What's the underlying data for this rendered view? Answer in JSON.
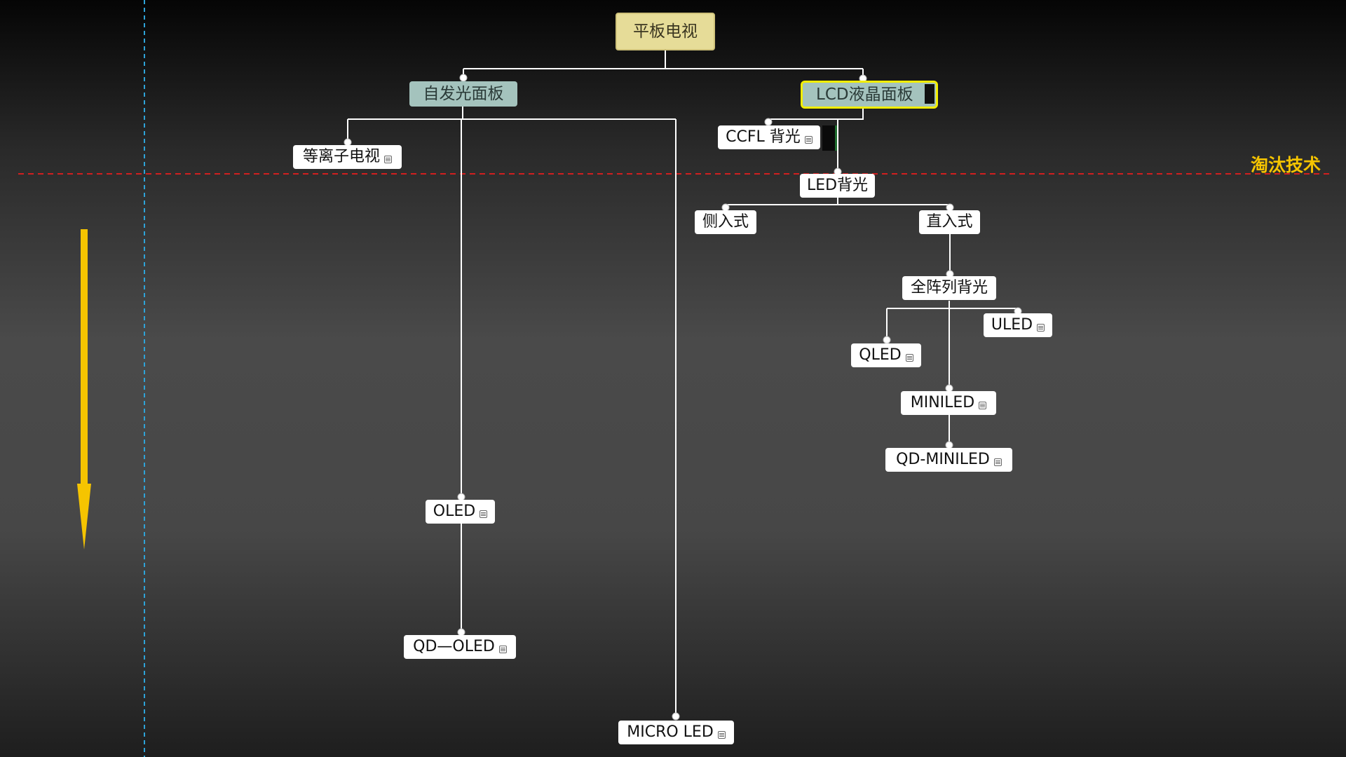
{
  "diagram": {
    "root": {
      "label": "平板电视"
    },
    "categories": [
      {
        "label": "自发光面板"
      },
      {
        "label": "LCD液晶面板"
      }
    ],
    "nodes": {
      "plasma": "等离子电视",
      "ccfl": "CCFL 背光",
      "led_backlight": "LED背光",
      "edge_lit": "侧入式",
      "direct_lit": "直入式",
      "full_array": "全阵列背光",
      "uled": "ULED",
      "qled": "QLED",
      "miniled": "MINILED",
      "qd_miniled": "QD-MINILED",
      "oled": "OLED",
      "qd_oled": "QD—OLED",
      "micro_led": "MICRO LED"
    },
    "annotation": {
      "obsolete_label": "淘汰技术"
    }
  },
  "colors": {
    "root_fill": "#e6dc98",
    "category_fill": "#a4c3bd",
    "node_fill": "#ffffff",
    "connector": "#ffffff",
    "selection_outline": "#f2ee00",
    "obsolete_line": "#d21f1f",
    "guide_line": "#2ea3d8",
    "arrow": "#f5c400"
  },
  "icons": [
    "note-icon",
    "down-arrow-icon"
  ]
}
